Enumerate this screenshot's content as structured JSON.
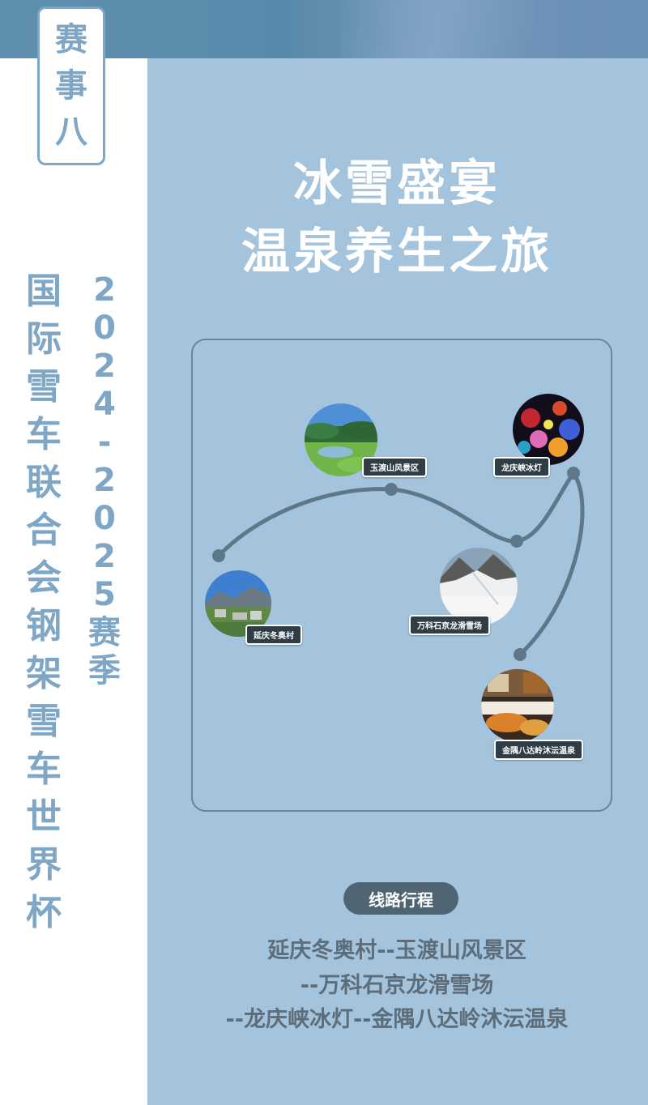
{
  "badge": {
    "chars": [
      "赛",
      "事",
      "八"
    ]
  },
  "season_vertical": [
    "2",
    "0",
    "2",
    "4",
    "-",
    "2",
    "0",
    "2",
    "5",
    "赛",
    "季"
  ],
  "event_vertical": [
    "国",
    "际",
    "雪",
    "车",
    "联",
    "合",
    "会",
    "钢",
    "架",
    "雪",
    "车",
    "世",
    "界",
    "杯"
  ],
  "headline": {
    "line1": "冰雪盛宴",
    "line2": "温泉养生之旅"
  },
  "stops": [
    {
      "label": "玉渡山风景区",
      "photo": "meadow-lake-photo"
    },
    {
      "label": "龙庆峡冰灯",
      "photo": "ice-lantern-photo"
    },
    {
      "label": "延庆冬奥村",
      "photo": "olympic-village-photo"
    },
    {
      "label": "万科石京龙滑雪场",
      "photo": "ski-resort-photo"
    },
    {
      "label": "金隅八达岭沐沄温泉",
      "photo": "hot-spring-photo"
    }
  ],
  "itinerary": {
    "title": "线路行程",
    "lines": [
      "延庆冬奥村--玉渡山风景区",
      "--万科石京龙滑雪场",
      "--龙庆峡冰灯--金隅八达岭沐沄温泉"
    ]
  },
  "colors": {
    "accent": "#7fa7c5",
    "panel": "#a4c3dc",
    "route": "#5f7889",
    "label_bg": "#2f3d46"
  }
}
